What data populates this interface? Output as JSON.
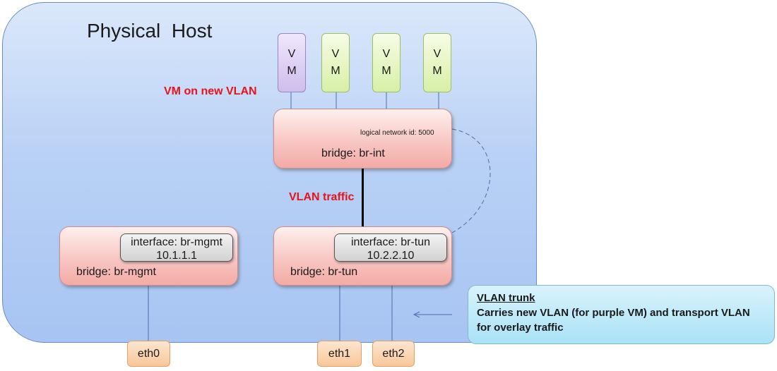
{
  "host": {
    "title": "Physical  Host"
  },
  "vms": [
    {
      "line1": "V",
      "line2": "M",
      "color": "#d9cdf2"
    },
    {
      "line1": "V",
      "line2": "M",
      "color": "#e8f7c4"
    },
    {
      "line1": "V",
      "line2": "M",
      "color": "#e8f7c4"
    },
    {
      "line1": "V",
      "line2": "M",
      "color": "#e8f7c4"
    }
  ],
  "labels": {
    "vm_new_vlan": "VM on new VLAN",
    "vlan_traffic": "VLAN traffic"
  },
  "br_int": {
    "label": "bridge: br-int",
    "logical_network": "logical network id: 5000"
  },
  "br_mgmt": {
    "label": "bridge: br-mgmt",
    "interface": "interface: br-mgmt",
    "ip": "10.1.1.1"
  },
  "br_tun": {
    "label": "bridge: br-tun",
    "interface": "interface: br-tun",
    "ip": "10.2.2.10"
  },
  "eths": [
    "eth0",
    "eth1",
    "eth2"
  ],
  "trunk": {
    "title": "VLAN trunk",
    "line1": "Carries new VLAN (for purple VM) and transport VLAN",
    "line2": "for overlay traffic"
  },
  "colors": {
    "line": "#4a6ea8",
    "accent_red": "#e8131b"
  }
}
